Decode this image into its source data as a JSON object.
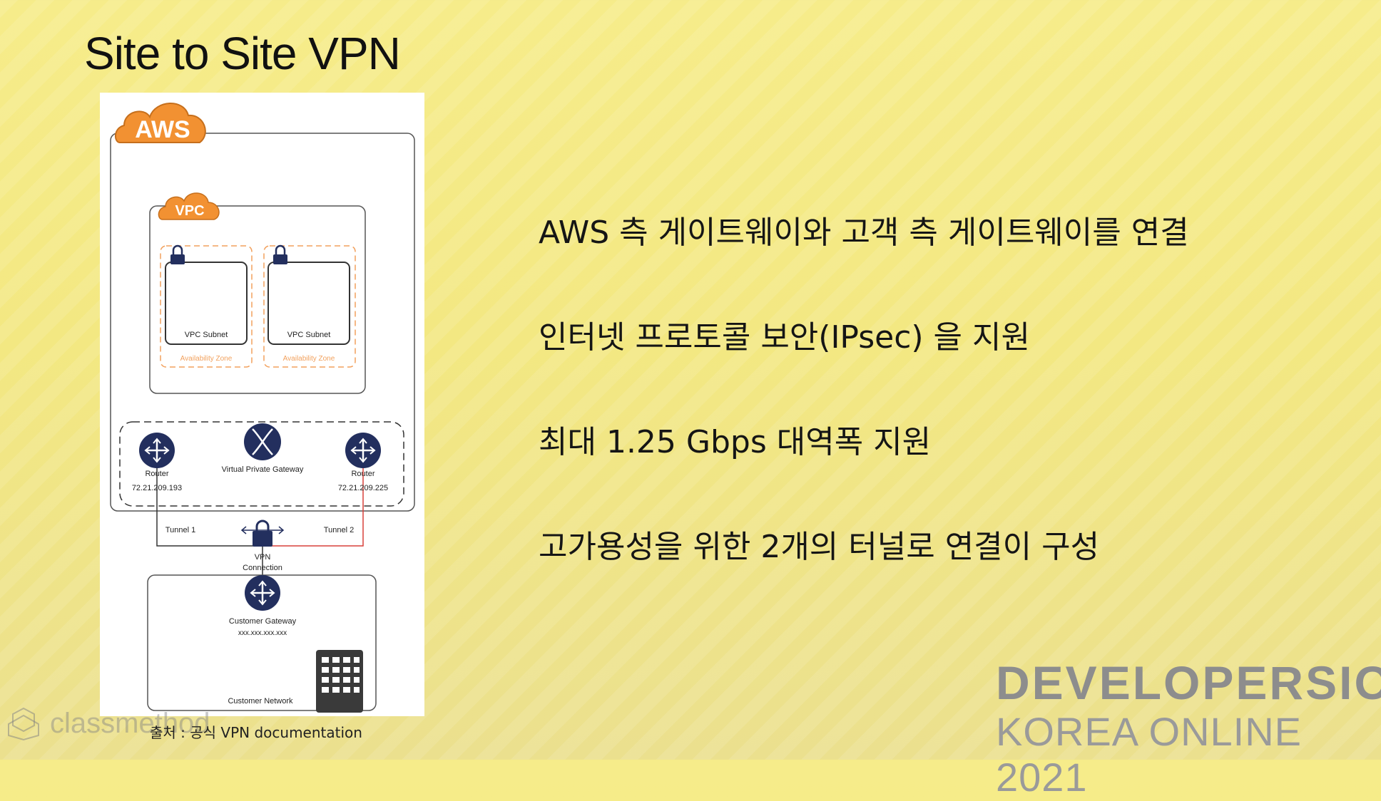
{
  "slide": {
    "title": "Site to Site VPN",
    "source_caption": "출처 : 공식 VPN documentation"
  },
  "diagram": {
    "aws_label": "AWS",
    "vpc_label": "VPC",
    "subnets": [
      {
        "label": "VPC Subnet",
        "zone": "Availability Zone"
      },
      {
        "label": "VPC Subnet",
        "zone": "Availability Zone"
      }
    ],
    "router_left": {
      "label": "Router",
      "ip": "72.21.209.193"
    },
    "router_right": {
      "label": "Router",
      "ip": "72.21.209.225"
    },
    "vpg_label": "Virtual Private Gateway",
    "tunnel1": "Tunnel 1",
    "tunnel2": "Tunnel 2",
    "vpn_connection": [
      "VPN",
      "Connection"
    ],
    "customer_gateway": {
      "label": "Customer Gateway",
      "ip": "xxx.xxx.xxx.xxx"
    },
    "customer_network": "Customer Network",
    "colors": {
      "aws_orange": "#f29132",
      "navy": "#232f5e",
      "tunnel_red": "#d9413a",
      "zone_dash": "#f2a15d"
    }
  },
  "bullets": [
    "AWS 측 게이트웨이와 고객 측 게이트웨이를 연결",
    "인터넷 프로토콜 보안(IPsec) 을 지원",
    "최대 1.25 Gbps 대역폭 지원",
    "고가용성을 위한 2개의 터널로 연결이 구성"
  ],
  "branding": {
    "watermark": "classmethod",
    "line1": "DEVELOPERSIO",
    "line2": "KOREA ONLINE 2021"
  }
}
